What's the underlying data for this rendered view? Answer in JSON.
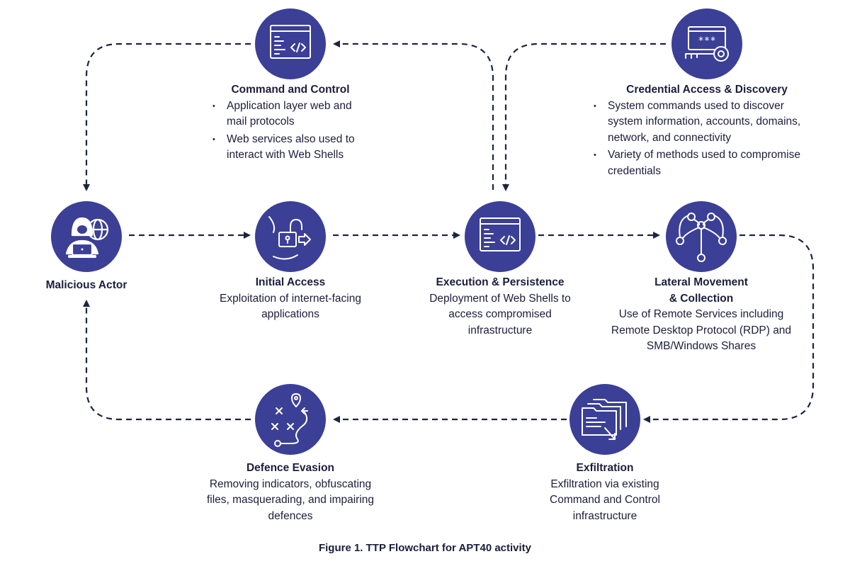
{
  "colors": {
    "icon_fill": "#3b3f96",
    "line": "#1c2540",
    "text": "#1c1e3c"
  },
  "nodes": {
    "actor": {
      "title": "Malicious Actor",
      "icon": "hacker-laptop-globe-icon"
    },
    "c2": {
      "title": "Command and Control",
      "icon": "code-window-icon",
      "bullets": [
        "Application layer web and mail protocols",
        "Web services also used to interact with Web Shells"
      ]
    },
    "credential": {
      "title": "Credential Access & Discovery",
      "icon": "password-key-icon",
      "bullets": [
        "System commands used to discover system information, accounts, domains, network, and connectivity",
        "Variety of methods used to compromise credentials"
      ]
    },
    "initial": {
      "title": "Initial Access",
      "icon": "unlock-padlock-icon",
      "desc": "Exploitation of internet-facing applications"
    },
    "execution": {
      "title": "Execution & Persistence",
      "icon": "code-window-icon",
      "desc": "Deployment of Web Shells to access compromised infrastructure"
    },
    "lateral": {
      "title_line1": "Lateral Movement",
      "title_line2": "& Collection",
      "icon": "network-nodes-icon",
      "desc": "Use of Remote Services including Remote Desktop Protocol (RDP) and SMB/Windows Shares"
    },
    "evasion": {
      "title": "Defence Evasion",
      "icon": "route-map-icon",
      "desc": "Removing indicators, obfuscating files, masquerading, and impairing defences"
    },
    "exfil": {
      "title": "Exfiltration",
      "icon": "folder-export-icon",
      "desc": "Exfiltration via existing Command and Control infrastructure"
    }
  },
  "caption": "Figure 1. TTP Flowchart for APT40 activity"
}
